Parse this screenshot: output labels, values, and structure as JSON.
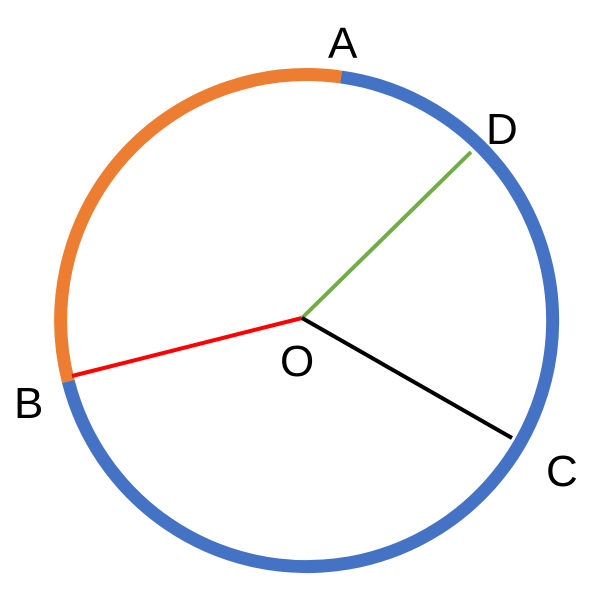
{
  "diagram": {
    "labels": {
      "A": "A",
      "B": "B",
      "C": "C",
      "D": "D",
      "O": "O"
    },
    "colors": {
      "major_arc": "#4472C4",
      "minor_arc_AB": "#ED7D31",
      "radius_OB": "#FF0000",
      "radius_OD": "#70AD47",
      "radius_OC": "#000000"
    }
  }
}
